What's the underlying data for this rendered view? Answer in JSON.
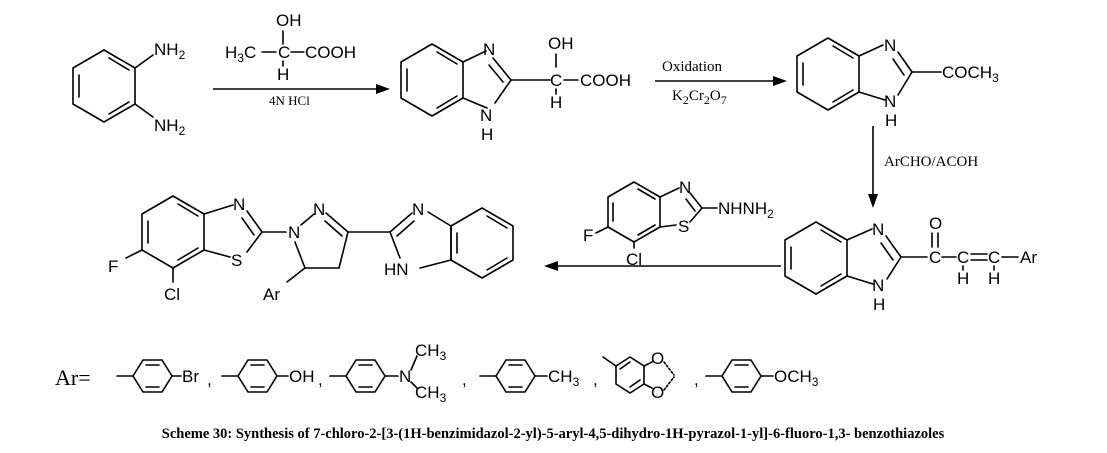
{
  "atoms": {
    "nh2": "NH",
    "nh2_sub": "2",
    "oh": "OH",
    "h3c": "H",
    "h3c_sub": "3",
    "h3c_c": "C",
    "cooh": "COOH",
    "h": "H",
    "n": "N",
    "s": "S",
    "f": "F",
    "cl": "Cl",
    "hn": "HN",
    "o": "O",
    "ar": "Ar",
    "br": "Br",
    "ch3": "CH",
    "ch3_sub": "3",
    "och3": "OCH",
    "coch3": "COCH",
    "nhnh2": "NHNH",
    "dash_c": "C",
    "dash_ar": "Ar",
    "dash_c_eq_c": "C=C",
    "ar_eq": "Ar="
  },
  "conditions": {
    "step1": "4N HCl",
    "step2_top": "Oxidation",
    "step2_bottom_k": "K",
    "step2_bottom_2": "2",
    "step2_bottom_cr": "Cr",
    "step2_bottom_2b": "2",
    "step2_bottom_o": "O",
    "step2_bottom_7": "7",
    "step3": "ArCHO/ACOH"
  },
  "separators": {
    "comma": ","
  },
  "caption": "Scheme 30: Synthesis of 7-chloro-2-[3-(1H-benzimidazol-2-yl)-5-aryl-4,5-dihydro-1H-pyrazol-1-yl]-6-fluoro-1,3- benzothiazoles"
}
